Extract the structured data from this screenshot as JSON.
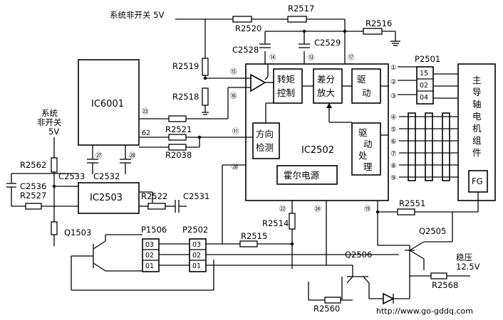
{
  "labels": {
    "sys_5v_top": "系统非开关 5V",
    "sys_5v_left": [
      "系统",
      "非开关",
      "5V"
    ],
    "r2517": "R2517",
    "r2520": "R2520",
    "r2516": "R2516",
    "c2528": "C2528",
    "c2529": "C2529",
    "r2519": "R2519",
    "r2518": "R2518",
    "ic6001": "IC6001",
    "ic2502": "IC2502",
    "ic2503": "IC2503",
    "r2521": "R2521",
    "r2038": "R2038",
    "r2562": "R2562",
    "r2527": "R2527",
    "c2533": "C2533",
    "c2532": "C2532",
    "c2536": "C2536",
    "r2522": "R2522",
    "c2531": "C2531",
    "q1503": "Q1503",
    "p1506": "P1506",
    "p2502": "P2502",
    "r2515": "R2515",
    "r2514": "R2514",
    "q2506": "Q2506",
    "q2505": "Q2505",
    "r2560": "R2560",
    "r2551": "R2551",
    "r2568": "R2568",
    "p2501": "P2501",
    "regulated": [
      "稳压",
      "12.5V"
    ],
    "fg": "FG",
    "url": "http://www.go-gddq.com"
  },
  "blocks": {
    "torque": [
      "转矩",
      "控制"
    ],
    "diff": [
      "差分",
      "放大"
    ],
    "drive": [
      "驱",
      "动"
    ],
    "direction": [
      "方向",
      "检测"
    ],
    "drive_proc": [
      "驱",
      "动",
      "处",
      "理"
    ],
    "hall": "霍尔电源",
    "motor": [
      "主",
      "导",
      "轴",
      "电",
      "机",
      "组",
      "件"
    ]
  },
  "pins": {
    "p14": "⑭",
    "p13": "⑬",
    "p17": "⑰",
    "p15": "⑮",
    "p16": "⑯",
    "p23": "㉓",
    "p62": "62",
    "p11": "⑪",
    "p20": "⑳",
    "p22": "㉒",
    "p24": "㉔",
    "p19": "⑲",
    "p27": "㉗",
    "p28": "㉘",
    "right_top": [
      "①",
      "②",
      "③"
    ],
    "right_bottom": [
      "④",
      "⑤",
      "⑥",
      "⑦",
      "⑧",
      "⑨"
    ]
  },
  "connectors": {
    "p2501": [
      "15",
      "02",
      "04"
    ],
    "p1506": [
      "03",
      "02",
      "01"
    ],
    "p2502": [
      "03",
      "02",
      "01"
    ]
  }
}
